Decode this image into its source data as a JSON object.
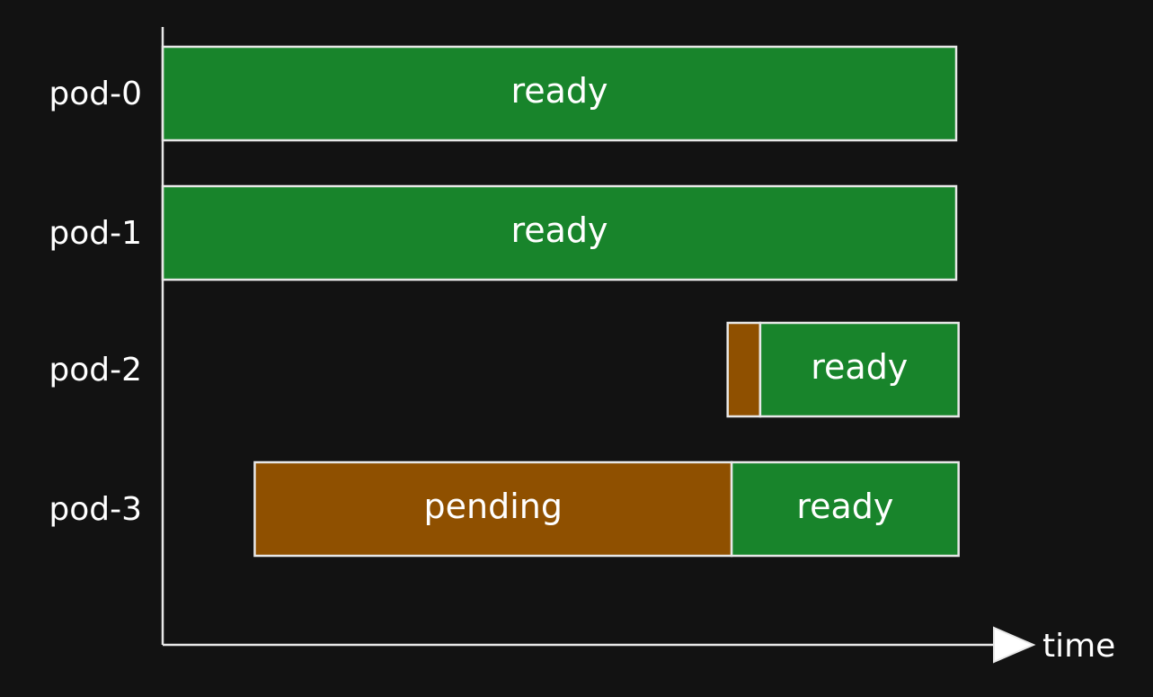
{
  "x_axis": {
    "label": "time"
  },
  "colors": {
    "background": "#121212",
    "ready": "#18842b",
    "pending": "#8f5000",
    "stroke": "#e8e8e8",
    "text": "#ffffff"
  },
  "rows": [
    {
      "name": "pod-0",
      "segments": [
        {
          "state": "ready",
          "label": "ready",
          "start": 0,
          "end": 1
        }
      ]
    },
    {
      "name": "pod-1",
      "segments": [
        {
          "state": "ready",
          "label": "ready",
          "start": 0,
          "end": 1
        }
      ]
    },
    {
      "name": "pod-2",
      "segments": [
        {
          "state": "pending",
          "label": "",
          "start": 0.712,
          "end": 0.753
        },
        {
          "state": "ready",
          "label": "ready",
          "start": 0.753,
          "end": 1.003
        }
      ]
    },
    {
      "name": "pod-3",
      "segments": [
        {
          "state": "pending",
          "label": "pending",
          "start": 0.116,
          "end": 0.717
        },
        {
          "state": "ready",
          "label": "ready",
          "start": 0.717,
          "end": 1.003
        }
      ]
    }
  ]
}
